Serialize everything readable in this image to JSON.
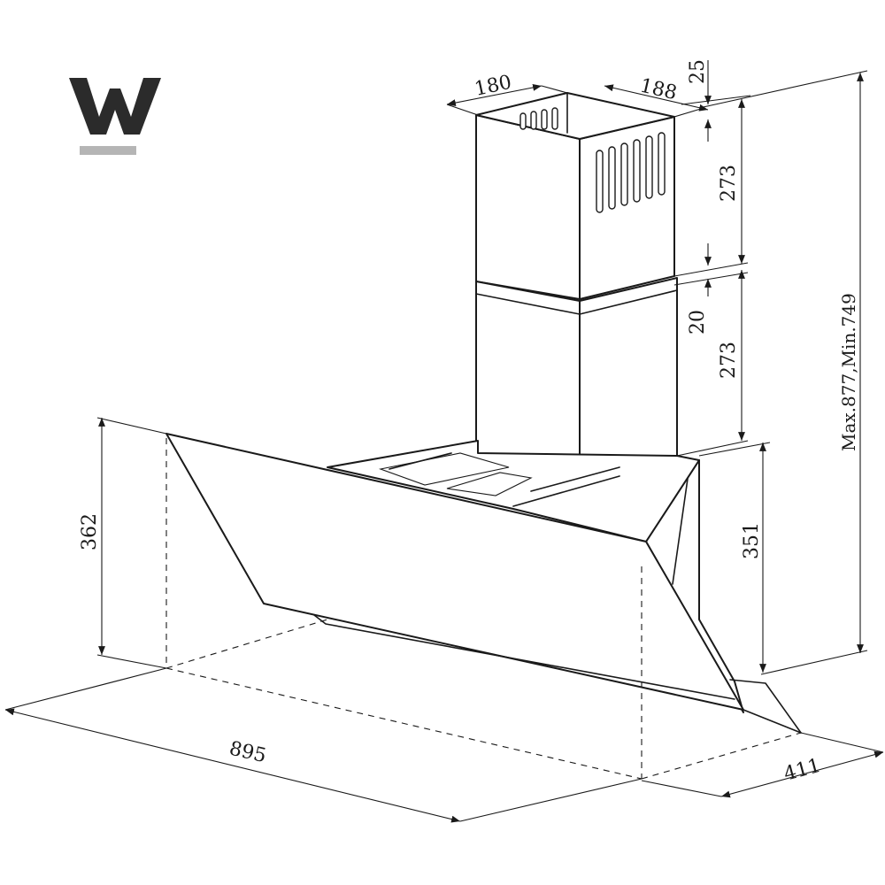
{
  "logo": {
    "letter": "W",
    "dark_color": "#2b2b2b",
    "bar_color": "#b5b5b5"
  },
  "dimensions": {
    "chimney_width": "180",
    "chimney_depth": "188",
    "top_gap": "25",
    "upper_chimney_height": "273",
    "chimney_gap": "20",
    "lower_chimney_height": "273",
    "total_height": "Max.877,Min.749",
    "hood_front_height": "362",
    "hood_back_height": "351",
    "hood_width": "895",
    "hood_depth": "411"
  }
}
